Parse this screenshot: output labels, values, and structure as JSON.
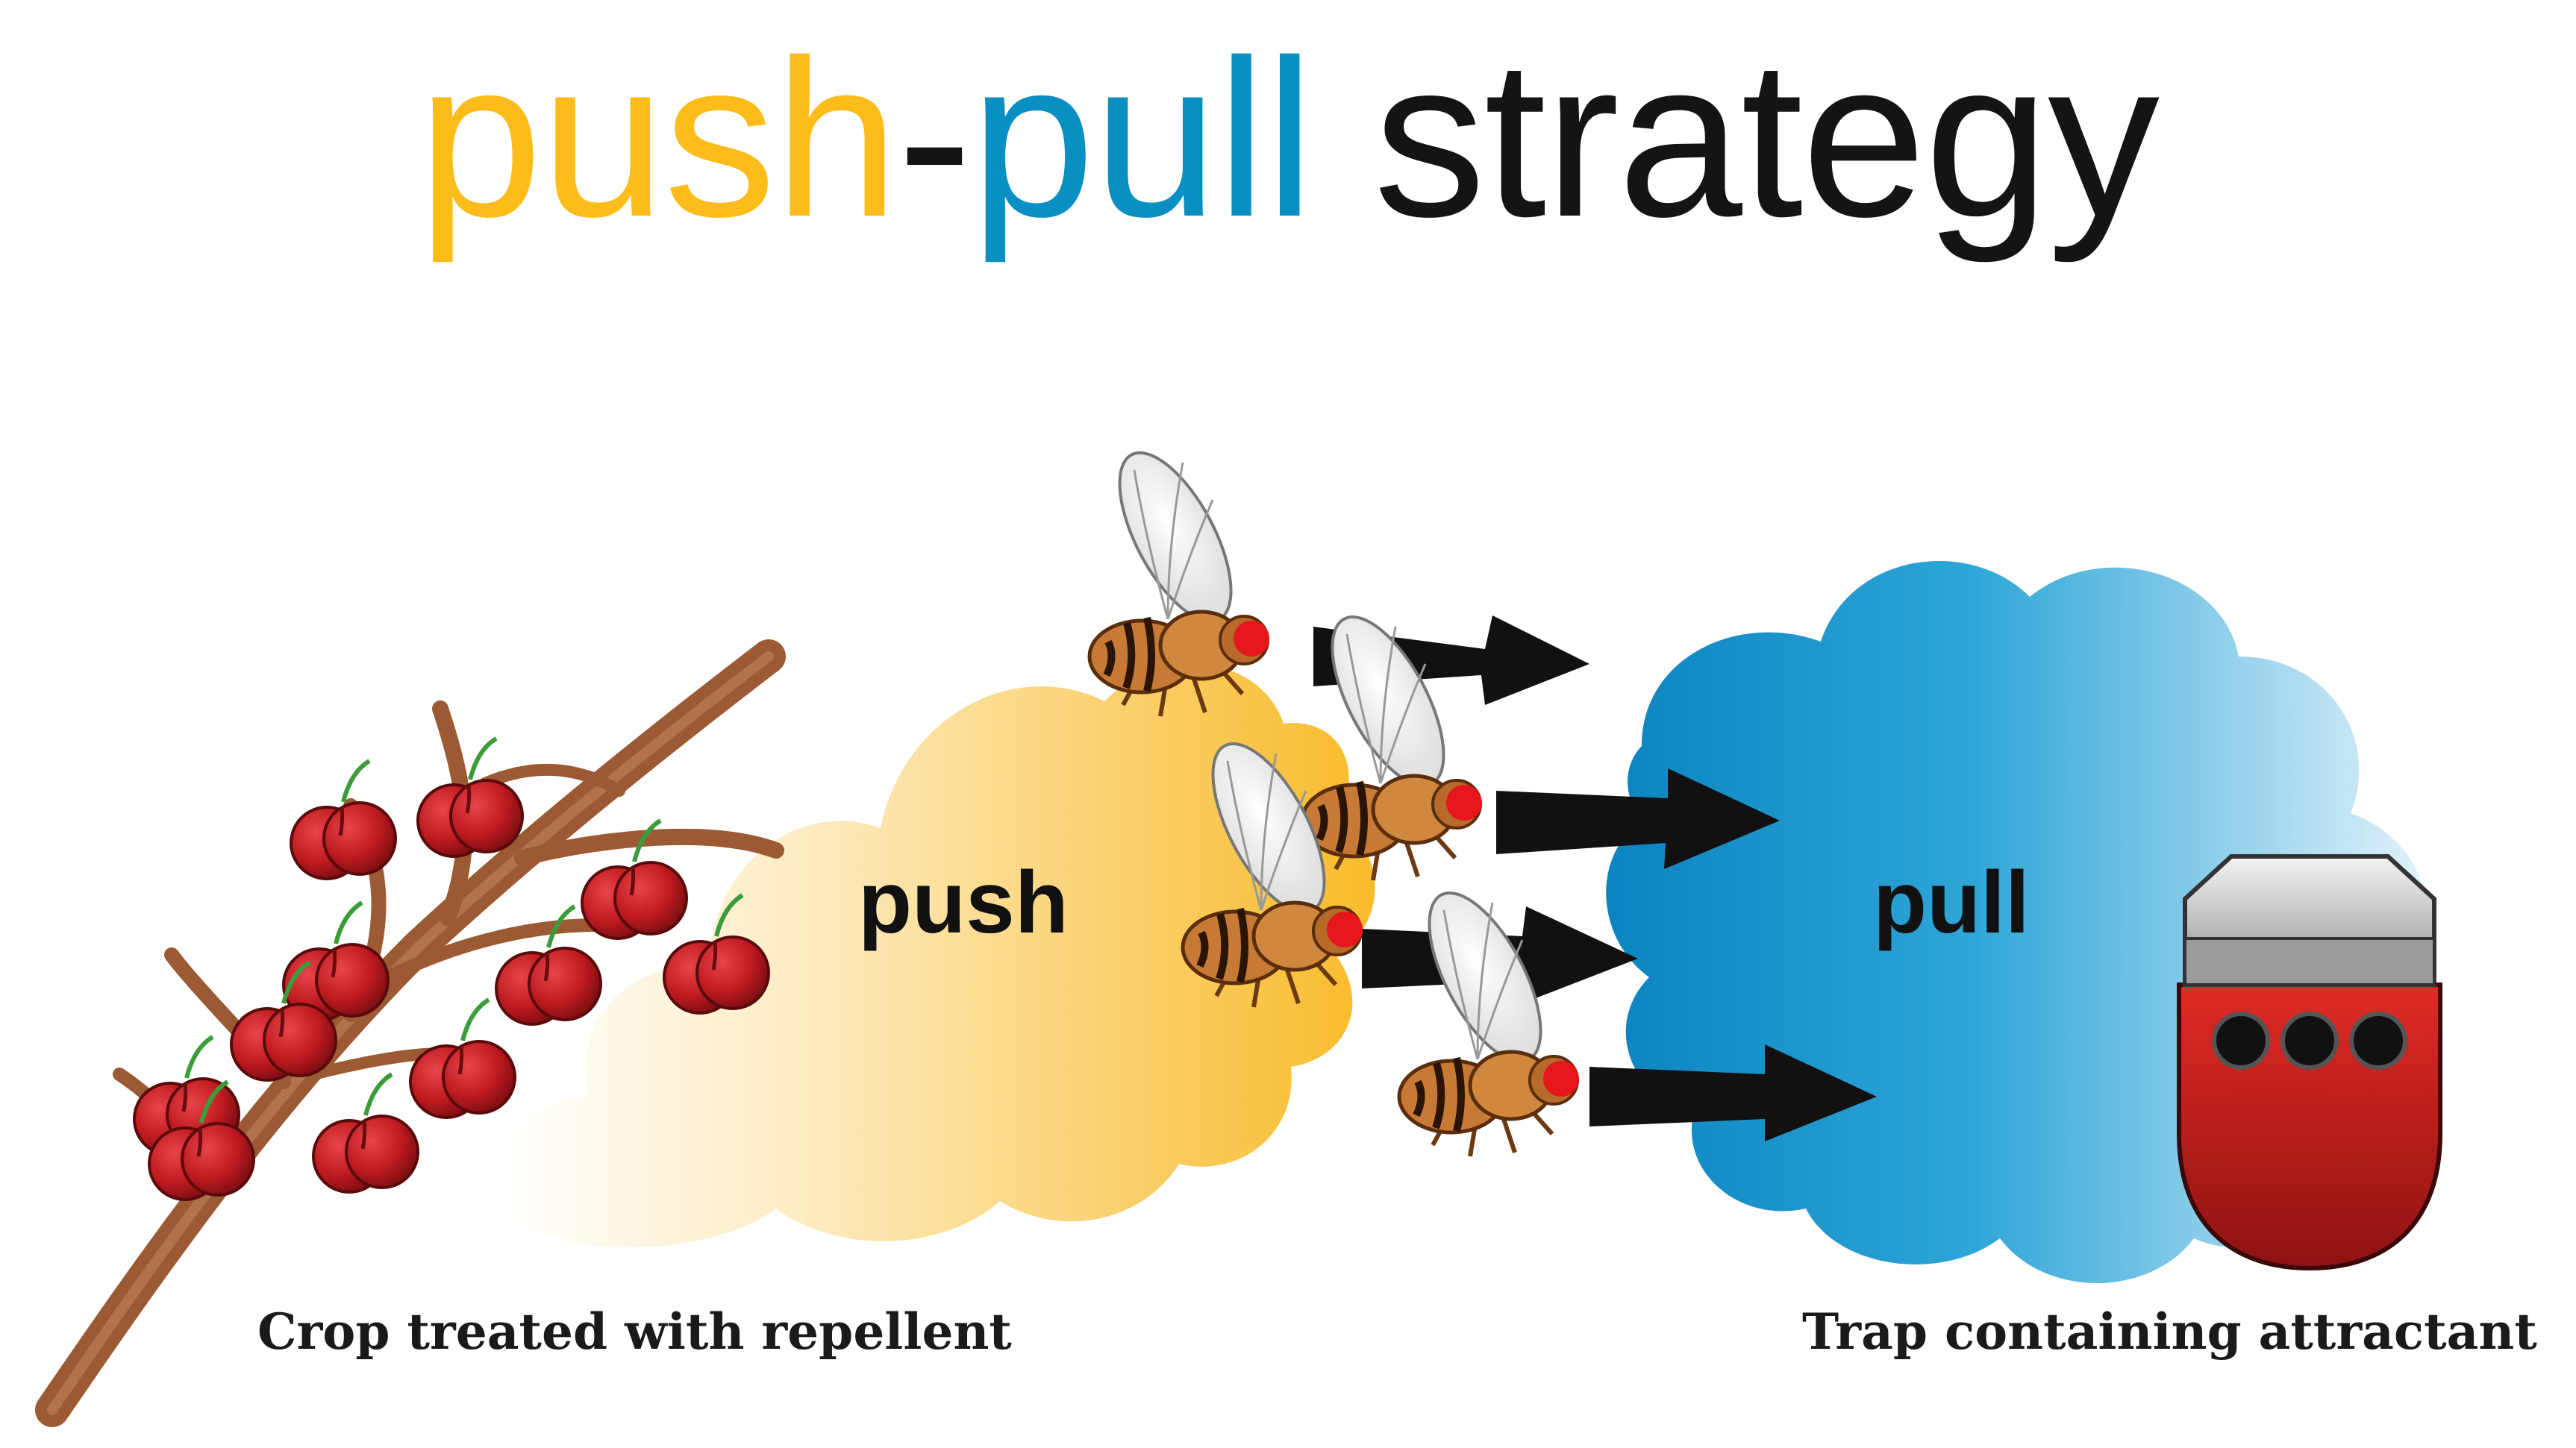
{
  "title": {
    "part1": "push",
    "sep": "-",
    "part2": "pull",
    "part3": " strategy",
    "colors": {
      "push": "#FDBC1A",
      "pull": "#0A8FC3",
      "strategy": "#141414"
    }
  },
  "clouds": {
    "push": {
      "label": "push",
      "color": "#F9C230"
    },
    "pull": {
      "label": "pull",
      "color": "#0E8CC8"
    }
  },
  "captions": {
    "crop": "Crop treated with repellent",
    "trap": "Trap containing attractant"
  },
  "colors": {
    "branch": "#9B5A33",
    "cherry": "#C4161C",
    "trap_body": "#C8221F",
    "trap_lid": "#9A9A9A",
    "fly_body": "#C67A35",
    "fly_eye": "#E5161C",
    "arrow": "#111111"
  },
  "icons": [
    "fly-icon",
    "arrow-icon",
    "cherry-icon",
    "trap-icon",
    "branch-icon"
  ]
}
